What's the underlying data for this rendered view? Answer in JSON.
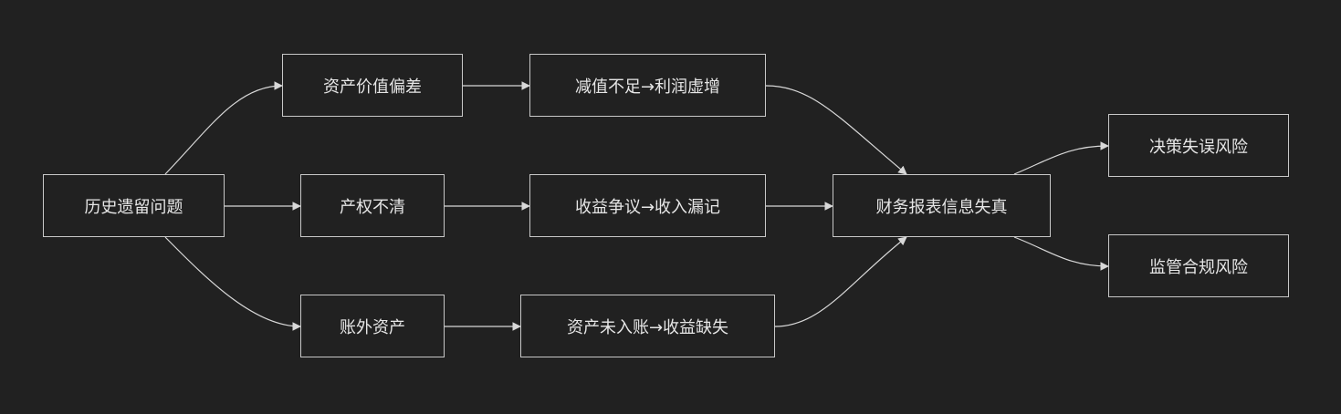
{
  "nodes": {
    "root": "历史遗留问题",
    "asset_value_bias": "资产价值偏差",
    "impairment_insufficient": "减值不足→利润虚增",
    "unclear_property_rights": "产权不清",
    "revenue_dispute": "收益争议→收入漏记",
    "off_book_assets": "账外资产",
    "assets_not_recorded": "资产未入账→收益缺失",
    "financial_distortion": "财务报表信息失真",
    "decision_risk": "决策失误风险",
    "compliance_risk": "监管合规风险"
  },
  "edges": [
    {
      "from": "root",
      "to": "asset_value_bias"
    },
    {
      "from": "root",
      "to": "unclear_property_rights"
    },
    {
      "from": "root",
      "to": "off_book_assets"
    },
    {
      "from": "asset_value_bias",
      "to": "impairment_insufficient"
    },
    {
      "from": "unclear_property_rights",
      "to": "revenue_dispute"
    },
    {
      "from": "off_book_assets",
      "to": "assets_not_recorded"
    },
    {
      "from": "impairment_insufficient",
      "to": "financial_distortion"
    },
    {
      "from": "revenue_dispute",
      "to": "financial_distortion"
    },
    {
      "from": "assets_not_recorded",
      "to": "financial_distortion"
    },
    {
      "from": "financial_distortion",
      "to": "decision_risk"
    },
    {
      "from": "financial_distortion",
      "to": "compliance_risk"
    }
  ]
}
